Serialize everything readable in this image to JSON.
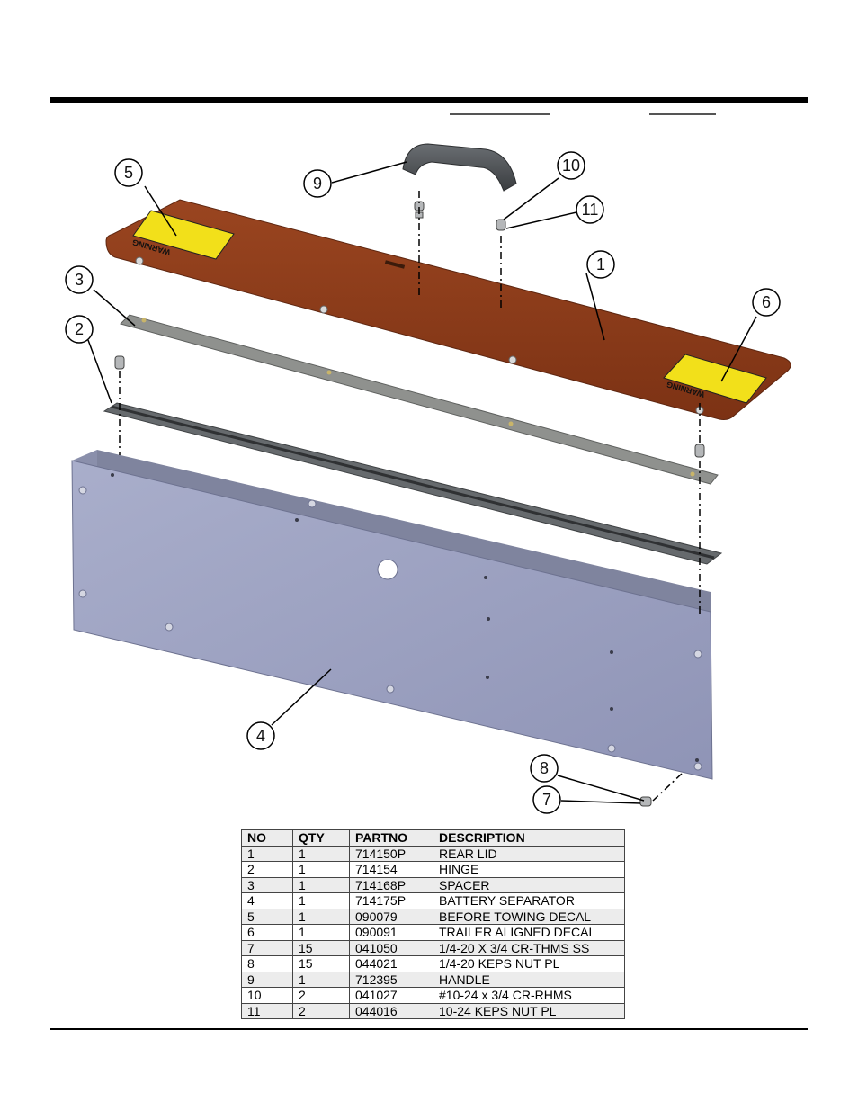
{
  "callouts": [
    "1",
    "2",
    "3",
    "4",
    "5",
    "6",
    "7",
    "8",
    "9",
    "10",
    "11"
  ],
  "decal": {
    "warning_text": "WARNING"
  },
  "parts_table": {
    "headers": [
      "NO",
      "QTY",
      "PARTNO",
      "DESCRIPTION"
    ],
    "rows": [
      [
        "1",
        "1",
        "714150P",
        "REAR LID"
      ],
      [
        "2",
        "1",
        "714154",
        "HINGE"
      ],
      [
        "3",
        "1",
        "714168P",
        "SPACER"
      ],
      [
        "4",
        "1",
        "714175P",
        "BATTERY SEPARATOR"
      ],
      [
        "5",
        "1",
        "090079",
        "BEFORE TOWING DECAL"
      ],
      [
        "6",
        "1",
        "090091",
        "TRAILER ALIGNED DECAL"
      ],
      [
        "7",
        "15",
        "041050",
        "1/4-20 X 3/4 CR-THMS SS"
      ],
      [
        "8",
        "15",
        "044021",
        "1/4-20 KEPS NUT PL"
      ],
      [
        "9",
        "1",
        "712395",
        "HANDLE"
      ],
      [
        "10",
        "2",
        "041027",
        "#10-24 x 3/4 CR-RHMS"
      ],
      [
        "11",
        "2",
        "044016",
        "10-24 KEPS NUT PL"
      ]
    ]
  },
  "colors": {
    "lid": "#8a3a1a",
    "hinge": "#5f6366",
    "spacer": "#8f918e",
    "separator": "#9ea3c4",
    "decal": "#f2e01a",
    "handle": "#4a4d50"
  }
}
